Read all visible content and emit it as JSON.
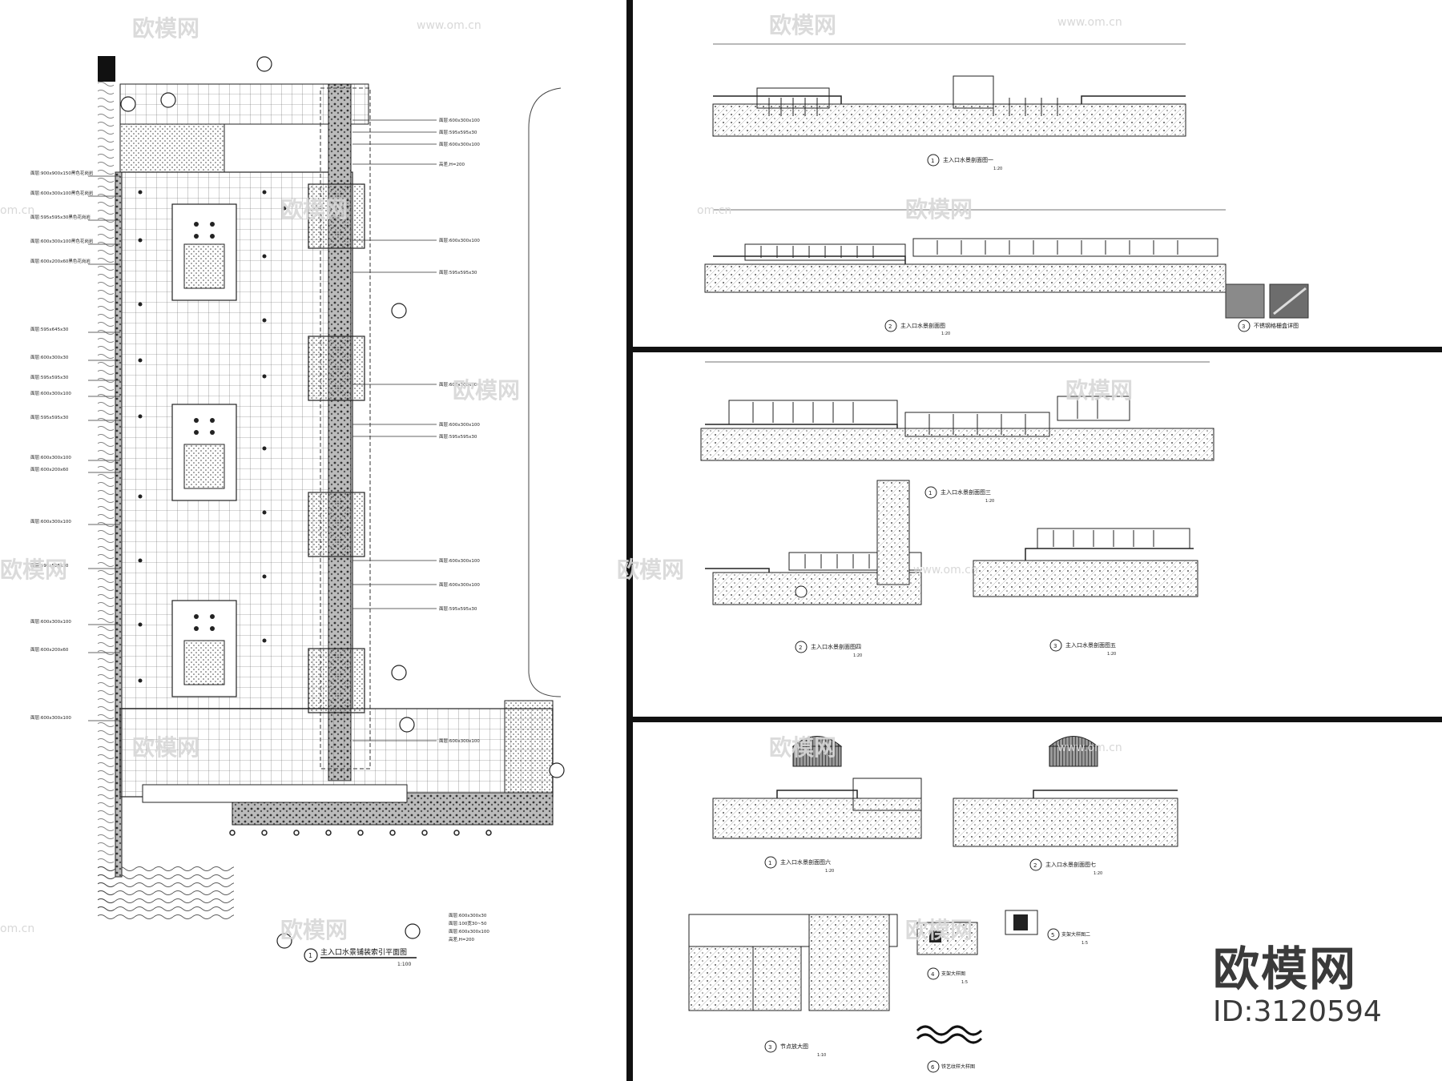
{
  "watermark": {
    "brand": "欧模网",
    "url": "www.om.cn",
    "url_short": "om.cn",
    "id_label": "ID:3120594"
  },
  "plan": {
    "title": "主入口水景铺装索引平面图",
    "scale": "1:100",
    "callouts_left": [
      "面层:900x900x150黑色花岗岩",
      "面层:600x300x100黑色花岗岩",
      "面层:595x595x30黑色花岗岩",
      "面层:600x300x100黑色花岗岩",
      "面层:600x200x60黑色花岗岩",
      "面层:595x645x30",
      "面层:600x300x30",
      "面层:595x595x30",
      "面层:600x300x100",
      "面层:595x595x30",
      "面层:600x300x100",
      "面层:600x200x60",
      "面层:600x300x100",
      "面层:595x595x30",
      "面层:600x300x100",
      "面层:600x200x60",
      "面层:600x300x100"
    ],
    "callouts_right": [
      "面层:600x300x100",
      "面层:595x595x30",
      "面层:600x300x100",
      "高差,H=200",
      "面层:600x300x100",
      "面层:595x595x30",
      "面层:600x300x30",
      "面层:600x300x100",
      "面层:595x595x30",
      "面层:600x300x100",
      "面层:600x300x100",
      "面层:595x595x30",
      "面层:600x300x100"
    ],
    "bottom_notes": [
      "面层:600x300x30",
      "面层:100宽30~50",
      "面层:600x300x100",
      "高差,H=200"
    ]
  },
  "sections": {
    "s1": {
      "num": "1",
      "title": "主入口水景剖面图一",
      "scale": "1:20"
    },
    "s2": {
      "num": "2",
      "title": "主入口水景剖面图",
      "scale": "1:20"
    },
    "s3": {
      "num": "3",
      "title": "不锈钢格栅盒详图",
      "scale": ""
    },
    "s4": {
      "num": "1",
      "title": "主入口水景剖面图三",
      "scale": "1:20"
    },
    "s5": {
      "num": "2",
      "title": "主入口水景剖面图四",
      "scale": "1:20"
    },
    "s6": {
      "num": "3",
      "title": "主入口水景剖面图五",
      "scale": "1:20"
    },
    "s7": {
      "num": "1",
      "title": "主入口水景剖面图六",
      "scale": "1:20"
    },
    "s8": {
      "num": "2",
      "title": "主入口水景剖面图七",
      "scale": "1:20"
    },
    "s9": {
      "num": "3",
      "title": "节点放大图",
      "scale": "1:10"
    },
    "s10": {
      "num": "4",
      "title": "支架大样图",
      "scale": "1:5"
    },
    "s11": {
      "num": "5",
      "title": "支架大样图二",
      "scale": "1:5"
    },
    "s12": {
      "num": "6",
      "title": "铁艺纹样大样图",
      "scale": ""
    }
  },
  "colors": {
    "line": "#222222",
    "paper": "#ffffff",
    "divider": "#111111",
    "watermark": "#d8d8d8",
    "hatch": "#555555"
  }
}
